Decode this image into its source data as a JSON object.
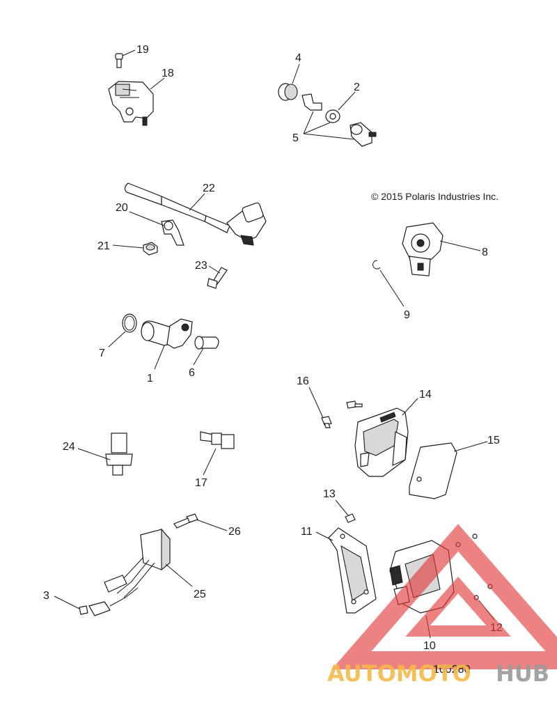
{
  "copyright": "© 2015 Polaris Industries Inc.",
  "figure_number": "100280",
  "callouts": [
    "19",
    "18",
    "4",
    "2",
    "5",
    "22",
    "20",
    "21",
    "23",
    "8",
    "9",
    "7",
    "1",
    "6",
    "16",
    "14",
    "15",
    "24",
    "17",
    "13",
    "11",
    "26",
    "25",
    "3",
    "10",
    "12"
  ],
  "watermark": {
    "word_left": "AUTOMOTO",
    "word_right": "HUB",
    "color_primary": "#f5b94a",
    "color_secondary": "#9a9a9a",
    "triangle_color": "#e23b3b"
  }
}
